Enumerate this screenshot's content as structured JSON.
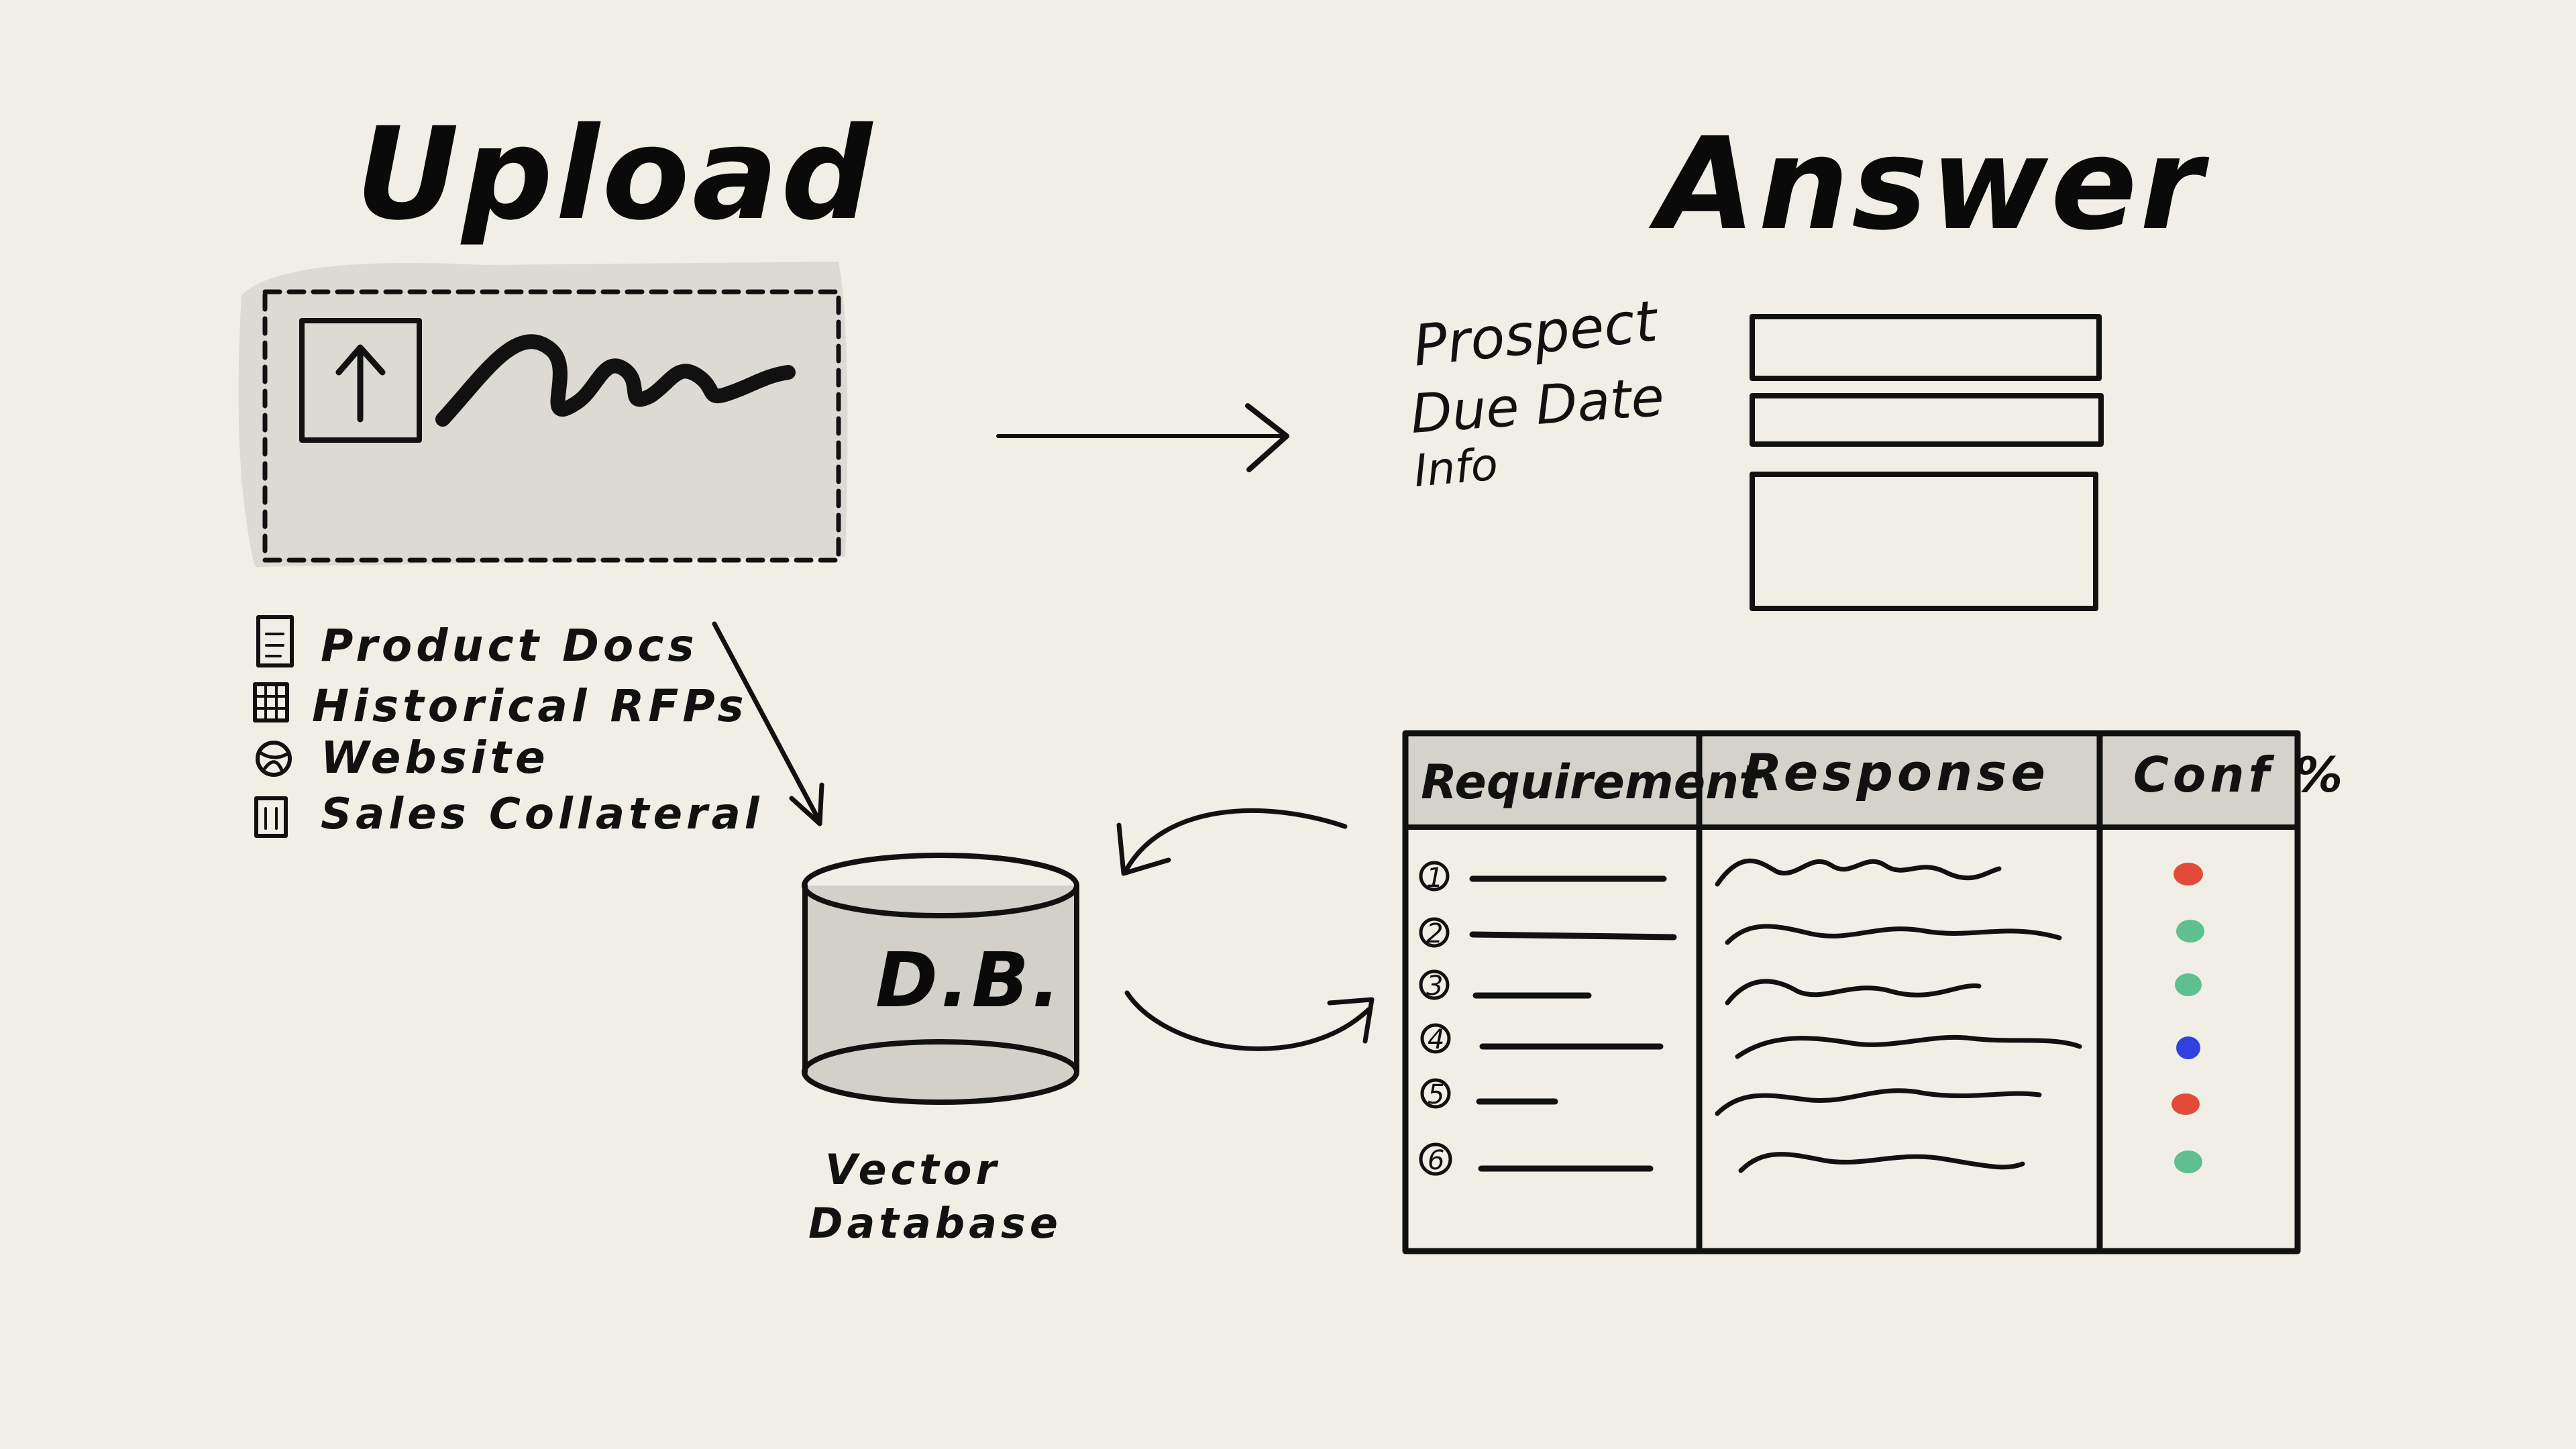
{
  "upload": {
    "title": "Upload",
    "sources": [
      {
        "icon": "document-icon",
        "label": "Product Docs"
      },
      {
        "icon": "grid-icon",
        "label": "Historical RFPs"
      },
      {
        "icon": "globe-icon",
        "label": "Website"
      },
      {
        "icon": "folder-icon",
        "label": "Sales Collateral"
      }
    ]
  },
  "database": {
    "label": "D.B.",
    "caption_line1": "Vector",
    "caption_line2": "Database"
  },
  "answer": {
    "title": "Answer",
    "form_fields": [
      "Prospect",
      "Due Date",
      "Info"
    ]
  },
  "table": {
    "headers": [
      "Requirement",
      "Response",
      "Conf %"
    ],
    "rows": [
      {
        "num": "1",
        "confidence_color": "#e24b3a"
      },
      {
        "num": "2",
        "confidence_color": "#5ec08e"
      },
      {
        "num": "3",
        "confidence_color": "#5ec08e"
      },
      {
        "num": "4",
        "confidence_color": "#3340e0"
      },
      {
        "num": "5",
        "confidence_color": "#e24b3a"
      },
      {
        "num": "6",
        "confidence_color": "#5ec08e"
      }
    ]
  },
  "colors": {
    "background": "#f0eee5",
    "ink": "#111111",
    "fill_gray": "#d6d4cc"
  }
}
